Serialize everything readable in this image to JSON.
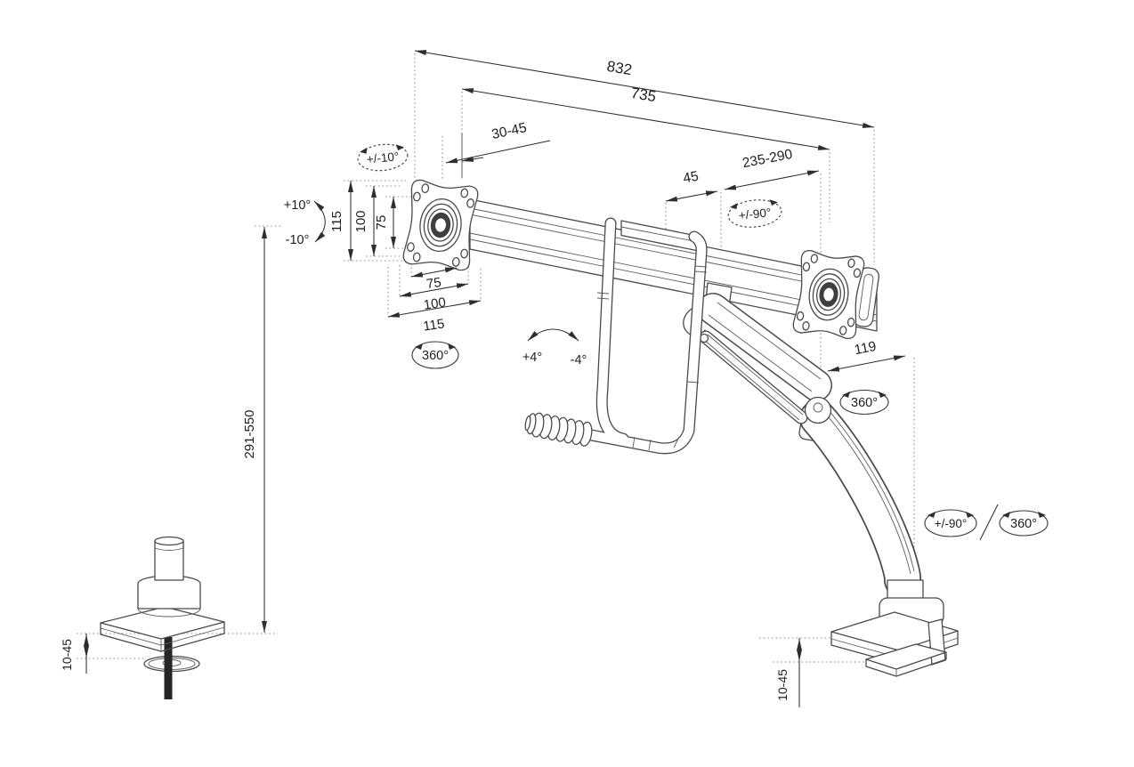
{
  "figure": {
    "description": "Dimension drawing of a dual-monitor gas-spring desk mount arm",
    "background": "#ffffff",
    "line_color": "#4a4a4a",
    "text_color": "#1f1f1f"
  },
  "dimensions": {
    "total_width": "832",
    "crossbar_width": "735",
    "rail_end_gap": "30-45",
    "slide_fixed": "45",
    "slide_range": "235-290",
    "vesa_v_outer": "115",
    "vesa_v_mid": "100",
    "vesa_v_inner": "75",
    "vesa_h_inner": "75",
    "vesa_h_mid": "100",
    "vesa_h_outer": "115",
    "height_range": "291-550",
    "arm_offset": "119",
    "grommet_thickness": "10-45",
    "clamp_thickness": "10-45"
  },
  "angles": {
    "vesa_tilt_range": "+/-10°",
    "tilt_up": "+10°",
    "tilt_down": "-10°",
    "vesa_rotation": "360°",
    "crossbar_tilt_up": "+4°",
    "crossbar_tilt_down": "-4°",
    "arm_swivel": "+/-90°",
    "elbow_rotation": "360°",
    "base_swivel": "+/-90°",
    "base_rotation": "360°"
  }
}
